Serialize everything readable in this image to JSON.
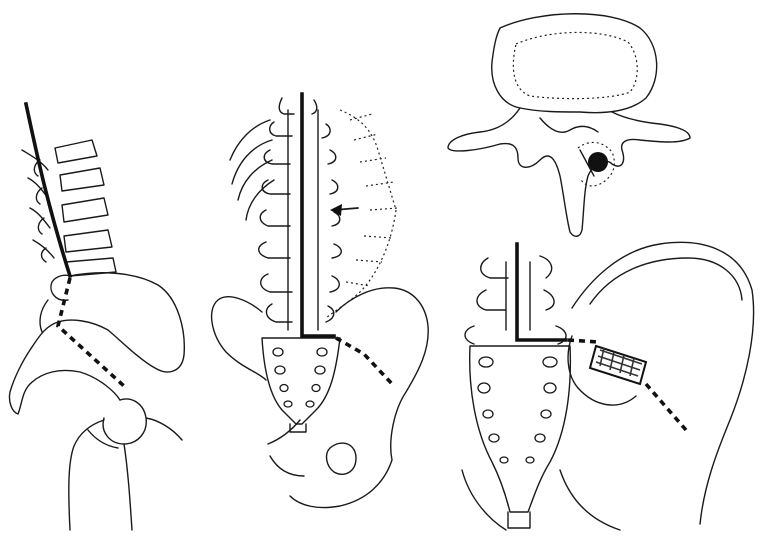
{
  "figure": {
    "panels": [
      {
        "id": "lateral-spine-pelvis",
        "view": "lateral",
        "line_style": [
          "solid",
          "dashed"
        ]
      },
      {
        "id": "posterior-spine-pelvis",
        "view": "posterior",
        "line_style": [
          "solid",
          "dashed"
        ],
        "has_arrow": true
      },
      {
        "id": "axial-vertebra",
        "view": "axial",
        "has_dotted_detail": true
      },
      {
        "id": "lumbosacral-closeup",
        "view": "posterior",
        "line_style": [
          "solid",
          "dashed"
        ],
        "has_implant": true
      }
    ],
    "colors": {
      "ink": "#111111",
      "background": "#ffffff"
    }
  }
}
